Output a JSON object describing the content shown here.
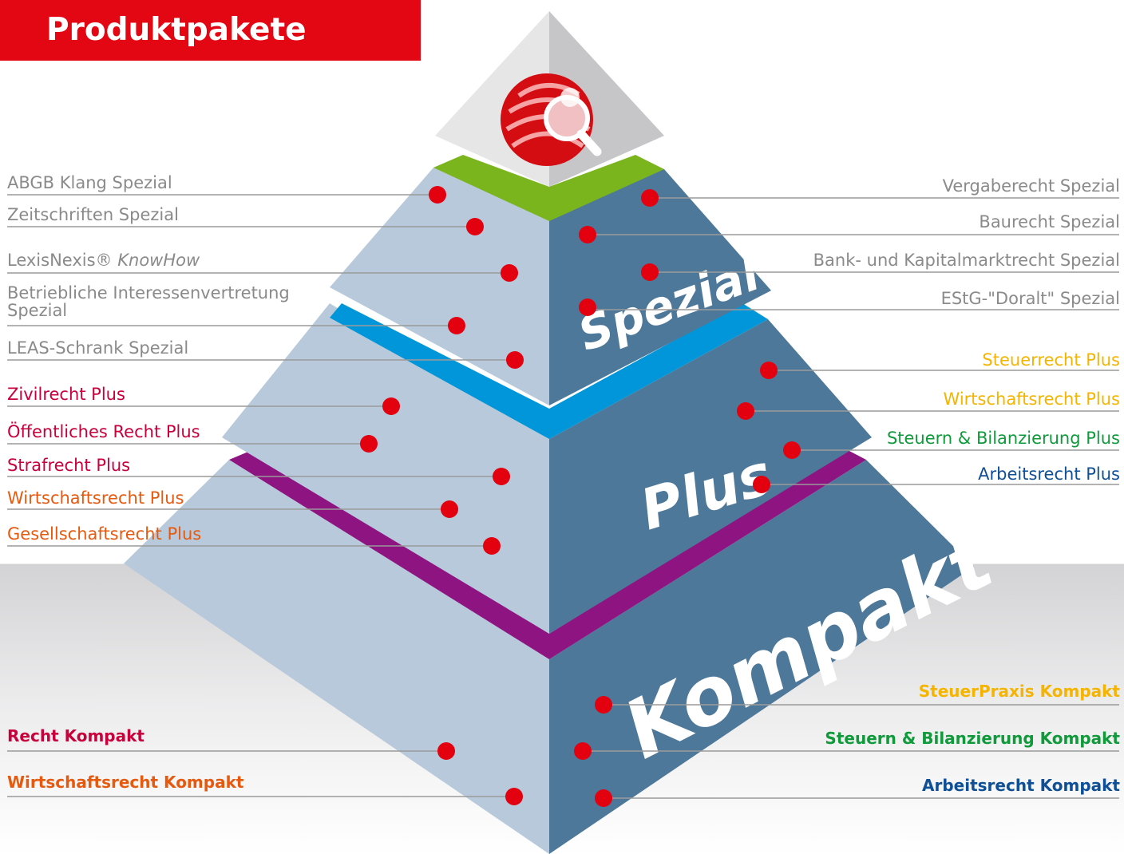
{
  "title": "Produktpakete",
  "tiers": {
    "top": "Spezial",
    "middle": "Plus",
    "bottom": "Kompakt"
  },
  "labels": {
    "left": [
      "ABGB Klang Spezial",
      "Zeitschriften Spezial",
      "LexisNexis® KnowHow",
      "Betriebliche Interessenvertretung Spezial",
      "LEAS-Schrank Spezial",
      "Zivilrecht Plus",
      "Öffentliches Recht Plus",
      "Strafrecht Plus",
      "Wirtschaftsrecht Plus",
      "Gesellschaftsrecht Plus",
      "Recht Kompakt",
      "Wirtschaftsrecht Kompakt"
    ],
    "right": [
      "Vergaberecht Spezial",
      "Baurecht Spezial",
      "Bank- und Kapitalmarktrecht Spezial",
      "EStG-\"Doralt\" Spezial",
      "Steuerrecht Plus",
      "Wirtschaftsrecht Plus",
      "Steuern & Bilanzierung Plus",
      "Arbeitsrecht Plus",
      "SteuerPraxis Kompakt",
      "Steuern & Bilanzierung Kompakt",
      "Arbeitsrecht Kompakt"
    ]
  },
  "knowhow": {
    "prefix": "LexisNexis®",
    "italic": "KnowHow"
  },
  "colors": {
    "banner": "#e30613",
    "left_face": "#b7c9da",
    "right_face": "#4e7899",
    "green_band": "#7ab51d",
    "blue_band": "#0096d9",
    "purple_band": "#8e1482",
    "dot": "#e3000f"
  }
}
